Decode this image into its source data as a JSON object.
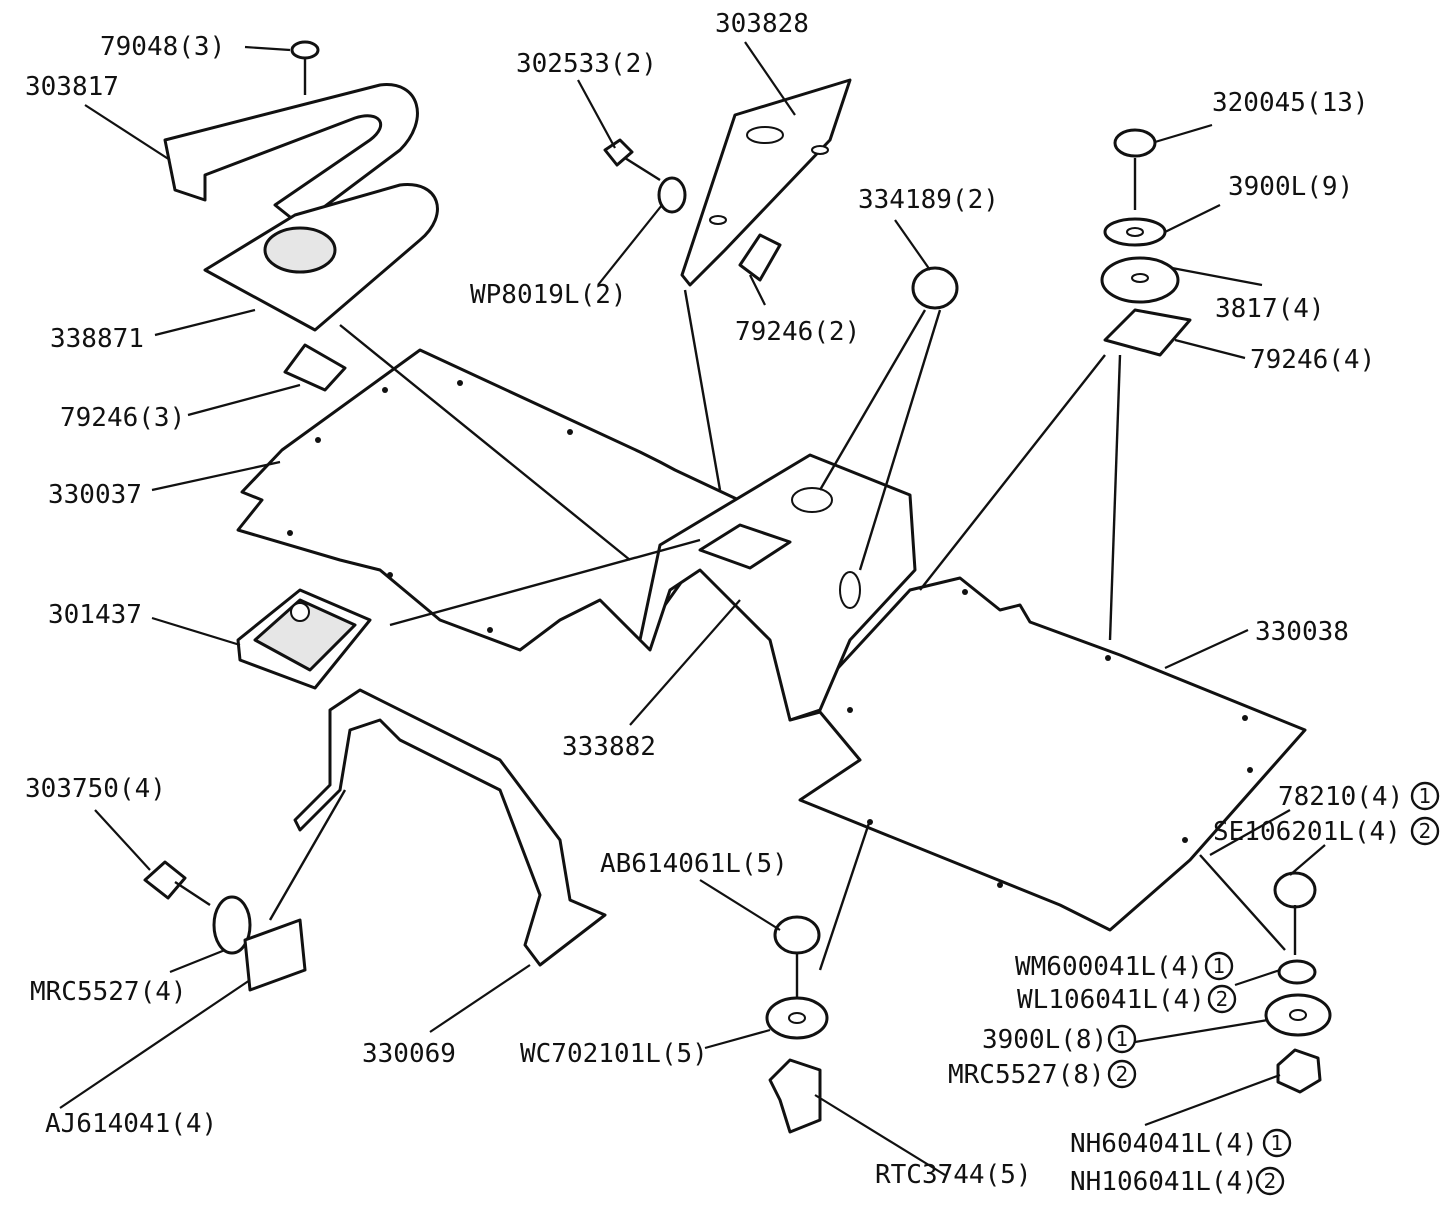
{
  "labels": {
    "p79048": "79048(3)",
    "p303817": "303817",
    "p302533": "302533(2)",
    "p303828": "303828",
    "p320045": "320045(13)",
    "p3900L_9": "3900L(9)",
    "p334189": "334189(2)",
    "p3817": "3817(4)",
    "pWP8019L": "WP8019L(2)",
    "p79246_2": "79246(2)",
    "p79246_4": "79246(4)",
    "p338871": "338871",
    "p79246_3": "79246(3)",
    "p330037": "330037",
    "p301437": "301437",
    "p330038": "330038",
    "p333882": "333882",
    "p303750": "303750(4)",
    "p78210": "78210(4)",
    "pSE106201L": "SE106201L(4)",
    "pAB614061L": "AB614061L(5)",
    "pMRC5527_4": "MRC5527(4)",
    "pWM600041L": "WM600041L(4)",
    "pWL106041L": "WL106041L(4)",
    "p3900L_8": "3900L(8)",
    "pMRC5527_8": "MRC5527(8)",
    "p330069": "330069",
    "pWC702101L": "WC702101L(5)",
    "pAJ614041": "AJ614041(4)",
    "pNH604041L": "NH604041L(4)",
    "pNH106041L": "NH106041L(4)",
    "pRTC3744": "RTC3744(5)"
  },
  "badges": {
    "one": "1",
    "two": "2"
  }
}
